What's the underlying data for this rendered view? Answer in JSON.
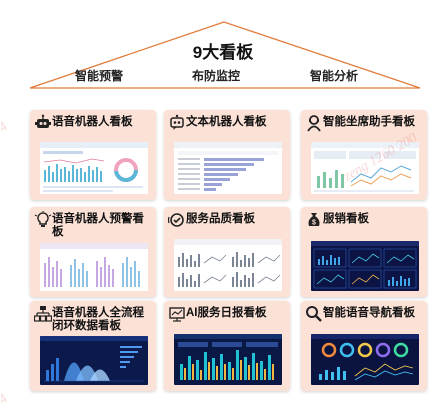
{
  "title": "9大看板",
  "categories": [
    "智能预警",
    "布防监控",
    "智能分析"
  ],
  "cards": [
    {
      "label": "语音机器人看板",
      "icon": "robot-icon"
    },
    {
      "label": "文本机器人看板",
      "icon": "chat-robot-icon"
    },
    {
      "label": "智能坐席助手看板",
      "icon": "agent-icon"
    },
    {
      "label": "语音机器人预警看板",
      "icon": "warning-bulb-icon"
    },
    {
      "label": "服务品质看板",
      "icon": "service-quality-icon"
    },
    {
      "label": "服销看板",
      "icon": "money-bag-icon"
    },
    {
      "label": "语音机器人全流程闭环数据看板",
      "icon": "flow-network-icon"
    },
    {
      "label": "AI服务日报看板",
      "icon": "daily-report-icon"
    },
    {
      "label": "智能语音导航看板",
      "icon": "search-icon"
    }
  ],
  "watermark": "zeng   1260 200"
}
